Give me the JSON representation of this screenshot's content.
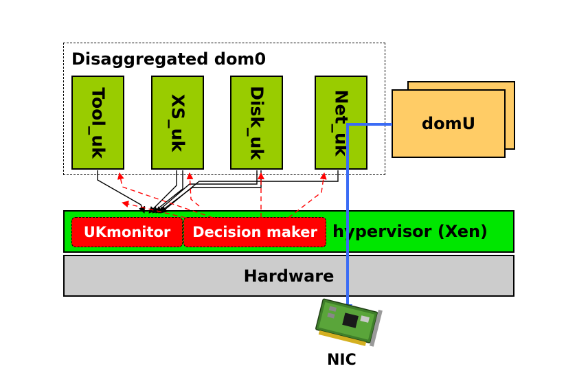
{
  "dom0": {
    "title": "Disaggregated dom0"
  },
  "unikernels": [
    {
      "label": "Tool_uk"
    },
    {
      "label": "XS_uk"
    },
    {
      "label": "Disk_uk"
    },
    {
      "label": "Net_uk"
    }
  ],
  "domu": {
    "label": "domU"
  },
  "hypervisor": {
    "label": "hypervisor (Xen)",
    "color": "#00e600"
  },
  "ukmonitor": {
    "label": "UKmonitor"
  },
  "decision_maker": {
    "label": "Decision maker"
  },
  "hardware": {
    "label": "Hardware"
  },
  "nic": {
    "label": "NIC",
    "icon": "network-card-icon"
  },
  "colors": {
    "unikernel": "#99cc00",
    "domu": "#ffcc66",
    "control": "#ff0000",
    "data_path": "#3b6cf5",
    "hardware": "#cccccc"
  }
}
